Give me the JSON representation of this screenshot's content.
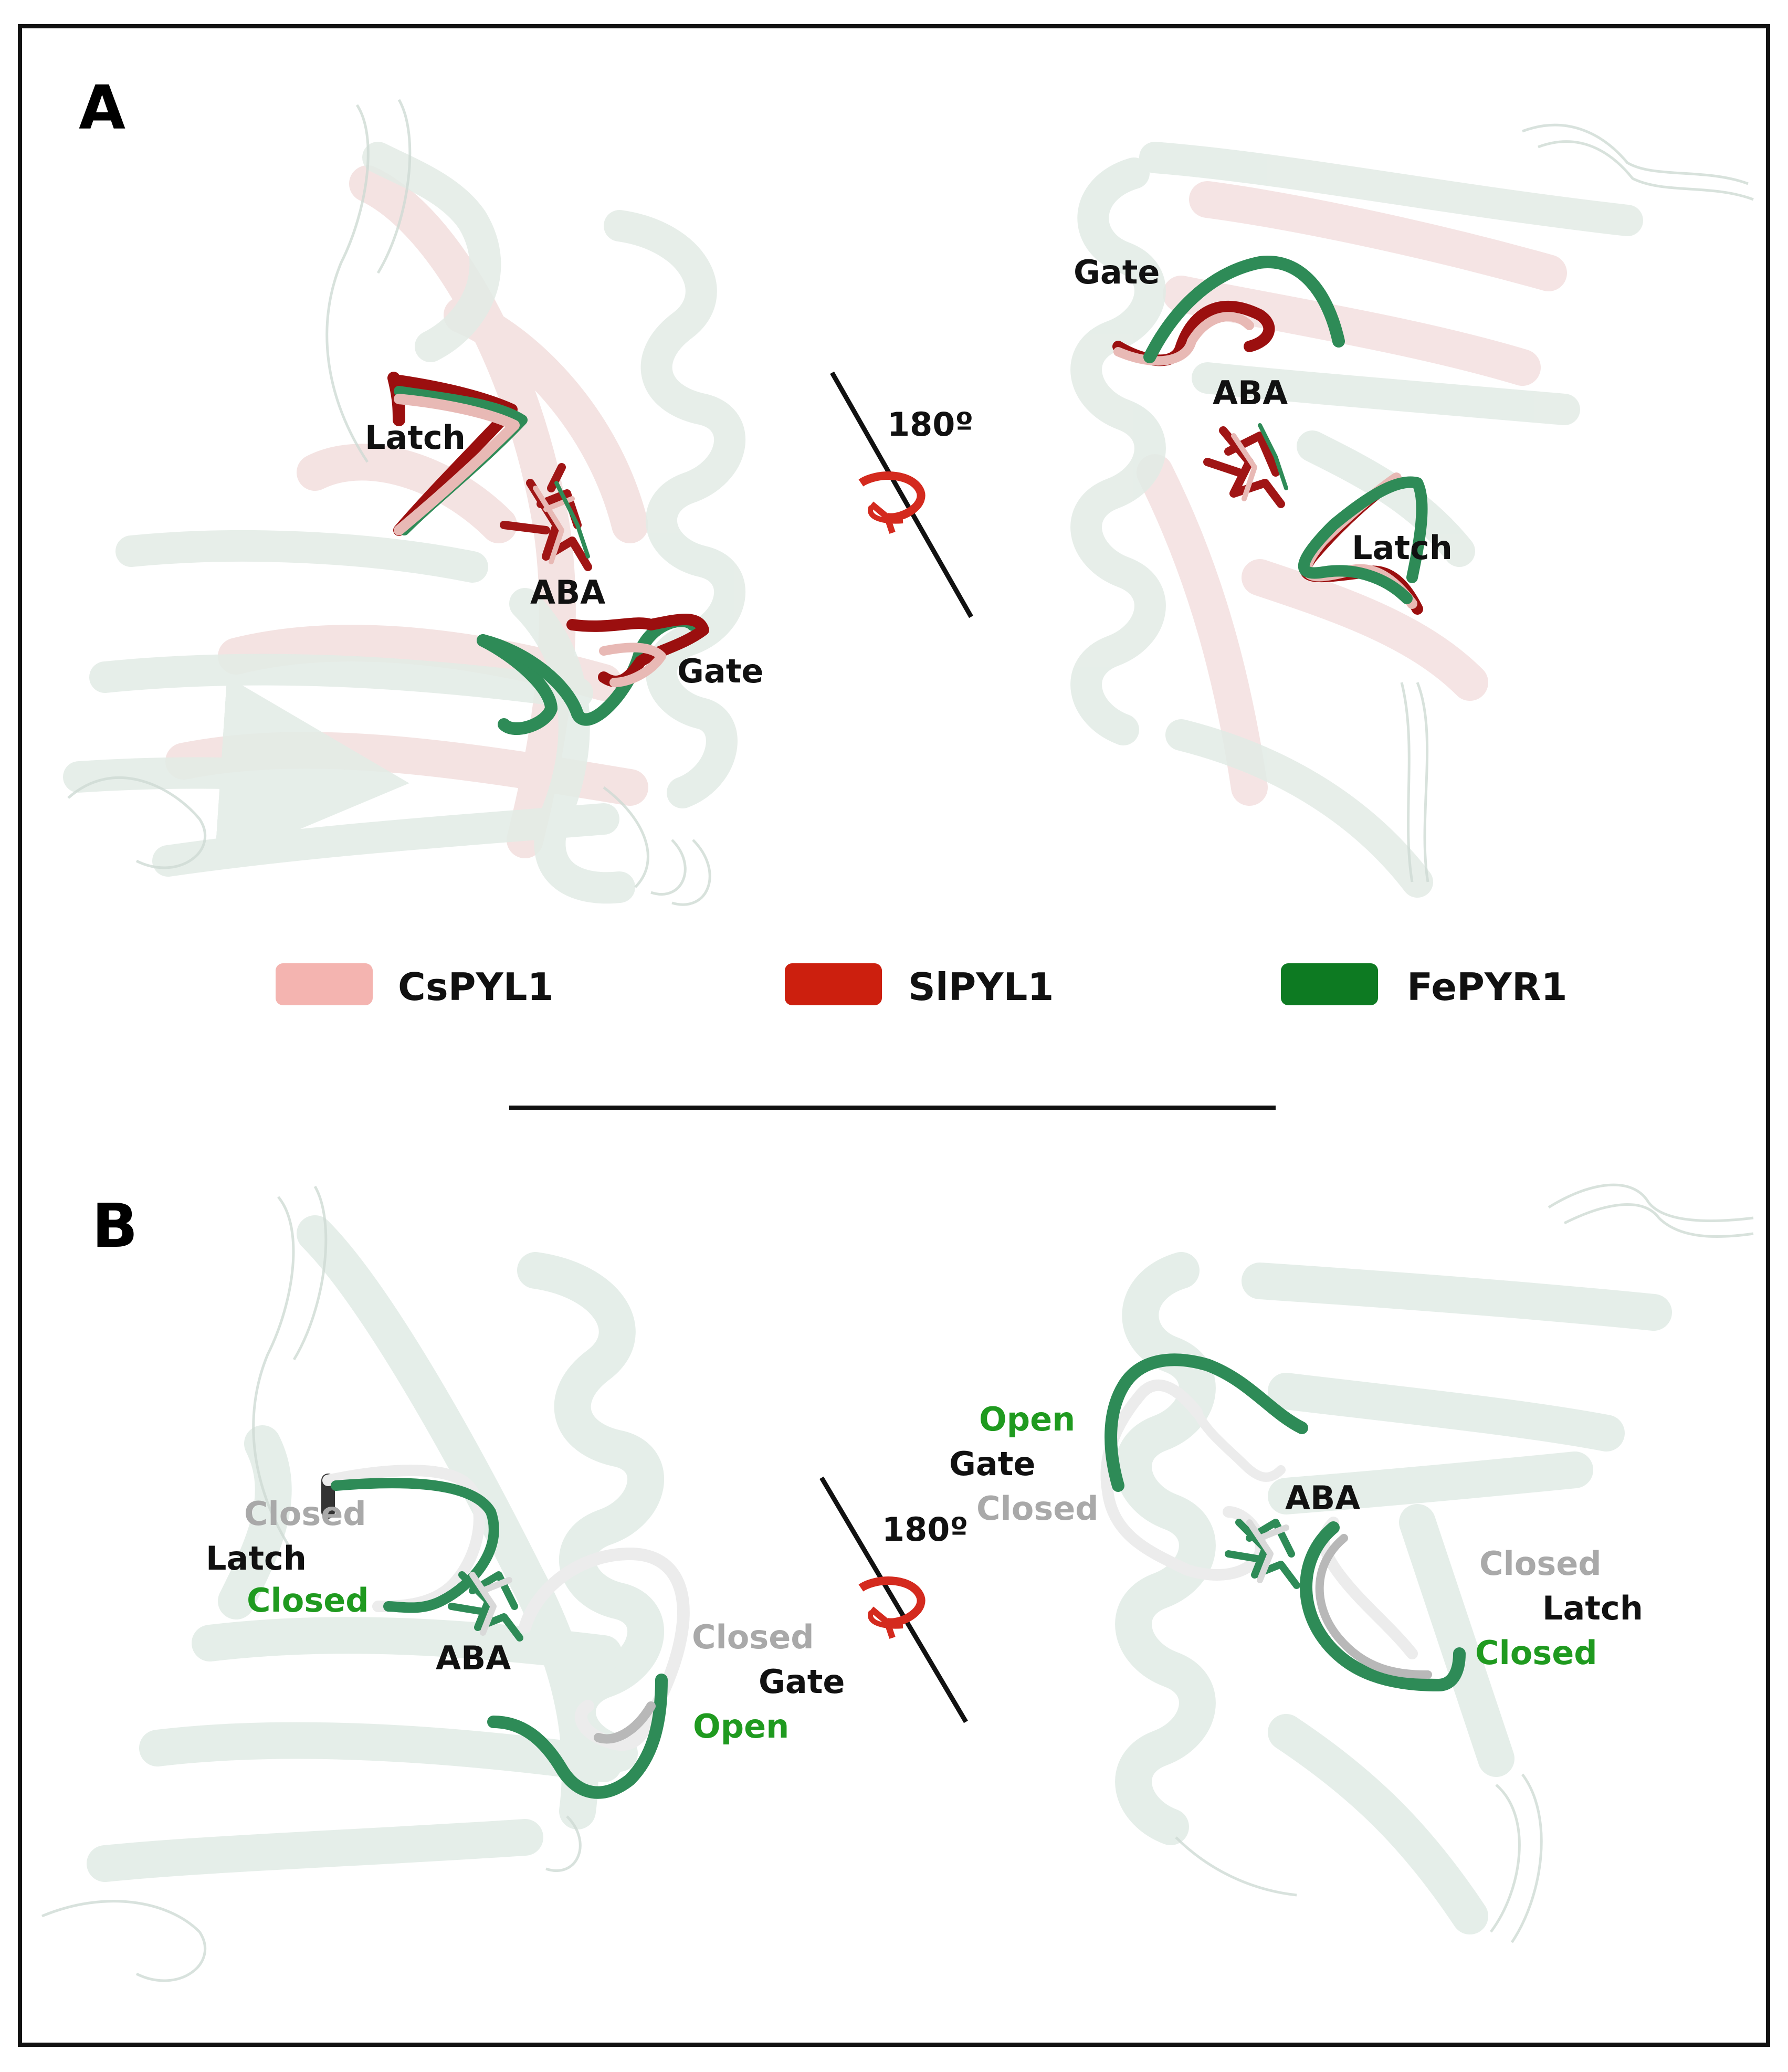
{
  "panels": {
    "a": {
      "letter": "A"
    },
    "b": {
      "letter": "B"
    }
  },
  "rotation": {
    "label": "180º"
  },
  "panel_a": {
    "left": {
      "latch": "Latch",
      "ligand": "ABA",
      "gate": "Gate"
    },
    "right": {
      "gate": "Gate",
      "ligand": "ABA",
      "latch": "Latch"
    }
  },
  "legend": {
    "items": [
      {
        "name": "CsPYL1",
        "color": "#f4b4b0"
      },
      {
        "name": "SlPYL1",
        "color": "#cc1f0e"
      },
      {
        "name": "FePYR1",
        "color": "#0d7a22"
      }
    ]
  },
  "panel_b": {
    "left": {
      "latch_grey": "Closed",
      "latch": "Latch",
      "latch_green": "Closed",
      "ligand": "ABA",
      "gate_grey": "Closed",
      "gate": "Gate",
      "gate_green": "Open"
    },
    "right": {
      "gate_green": "Open",
      "gate": "Gate",
      "gate_grey": "Closed",
      "ligand": "ABA",
      "latch_grey": "Closed",
      "latch": "Latch",
      "latch_green": "Closed"
    }
  },
  "colors": {
    "ghost_pink": "#e9c8c6",
    "ghost_green": "#cfe3d8",
    "loop_green": "#2e8b57",
    "loop_dark_red": "#9b0f0f",
    "loop_pink": "#e8b9b5",
    "loop_white": "#ececec",
    "arrow_red": "#d42a1e"
  }
}
